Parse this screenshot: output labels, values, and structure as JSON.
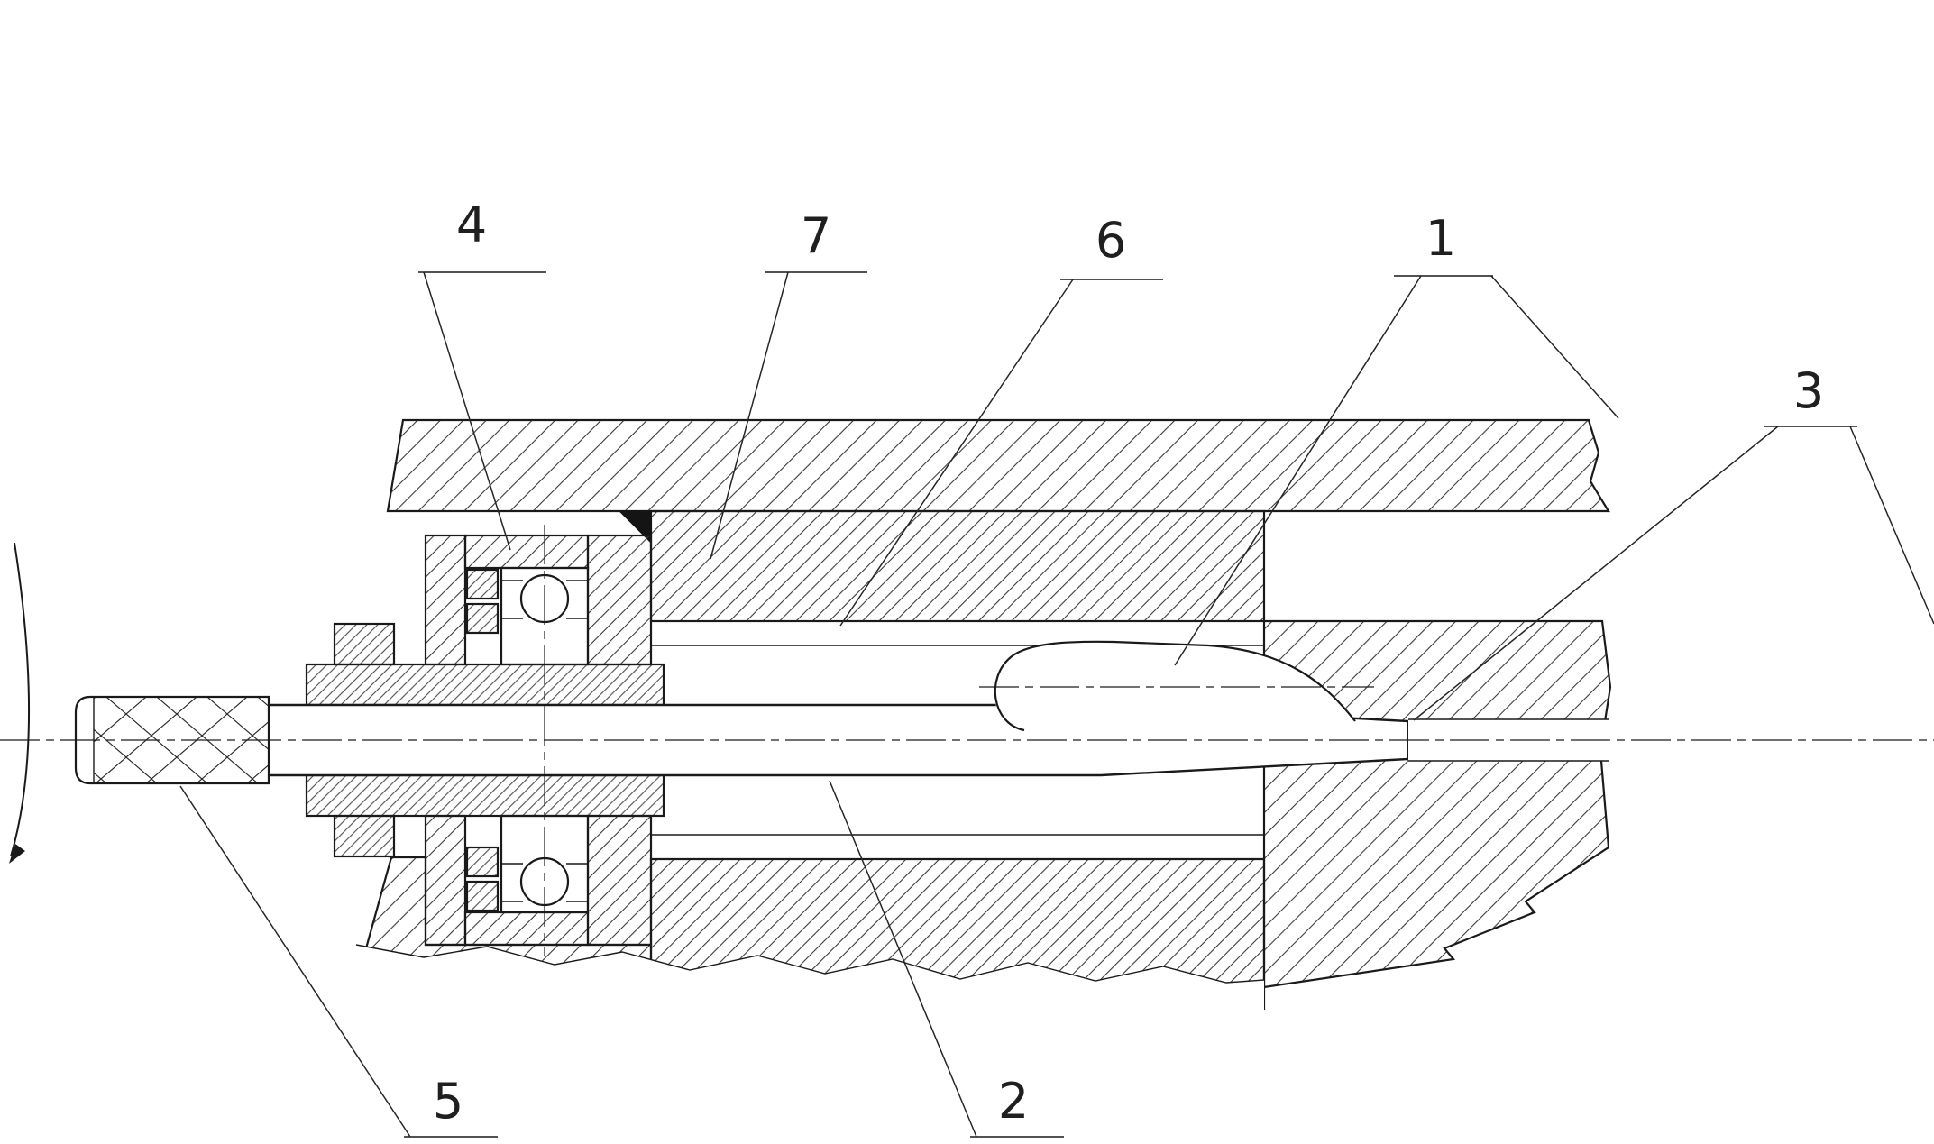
{
  "figure": {
    "type": "technical-section-drawing",
    "description": "Cross-section of a spindle shaft assembly with ball bearings, knurled knob, tapered shaft and housing",
    "callouts": [
      {
        "id": "callout-1",
        "label": "1"
      },
      {
        "id": "callout-2",
        "label": "2"
      },
      {
        "id": "callout-3",
        "label": "3"
      },
      {
        "id": "callout-4",
        "label": "4"
      },
      {
        "id": "callout-5",
        "label": "5"
      },
      {
        "id": "callout-6",
        "label": "6"
      },
      {
        "id": "callout-7",
        "label": "7"
      }
    ],
    "colors": {
      "line": "#1a1a1a",
      "background": "#ffffff"
    }
  }
}
